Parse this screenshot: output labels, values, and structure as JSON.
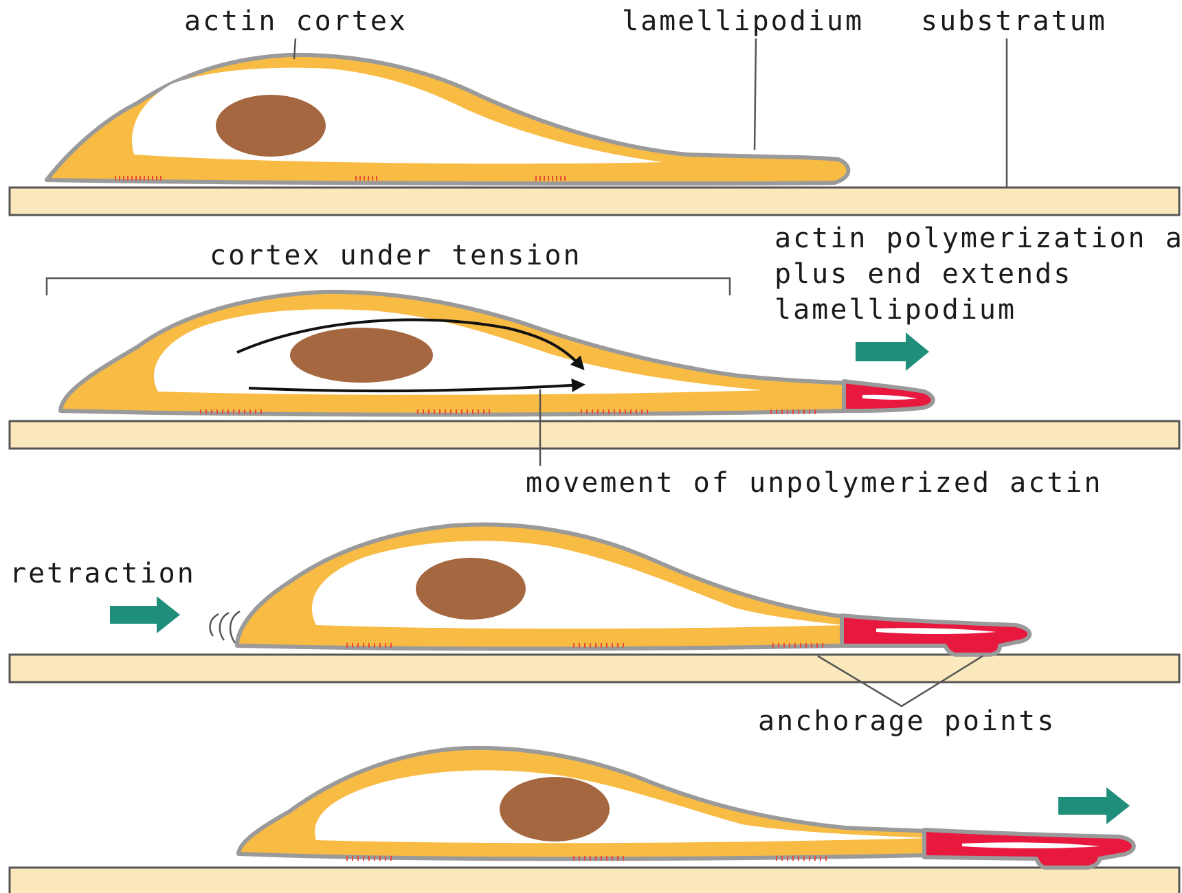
{
  "labels": {
    "actin_cortex": "actin cortex",
    "lamellipodium": "lamellipodium",
    "substratum": "substratum",
    "cortex_under_tension": "cortex under tension",
    "polymerization_line1": "actin polymerization at",
    "polymerization_line2": "plus end extends",
    "polymerization_line3": "lamellipodium",
    "movement_unpolymerized": "movement of unpolymerized actin",
    "retraction": "retraction",
    "anchorage_points": "anchorage points"
  },
  "colors": {
    "cortex": "#f8bb43",
    "outline": "#9a9a9a",
    "nucleus": "#a4673f",
    "polymerizing_tip": "#e8183f",
    "substratum": "#fbe8bc",
    "arrow": "#1f8f7b",
    "anchor_marks": "#e84a3a"
  },
  "icons": {
    "motion_arrow": "green-right-arrow",
    "flow_arrow": "black-curved-arrow",
    "retraction_marks": "motion-lines"
  }
}
